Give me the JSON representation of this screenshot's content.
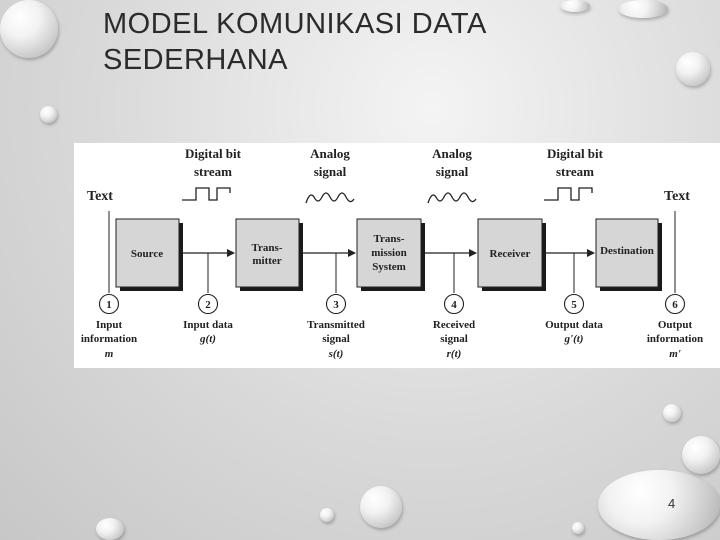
{
  "slide": {
    "title_line1": "MODEL KOMUNIKASI DATA",
    "title_line2": "SEDERHANA",
    "page_number": "4"
  },
  "diagram": {
    "signals": [
      {
        "line1": "Digital bit",
        "line2": "stream",
        "waveform": "square-wave-icon"
      },
      {
        "line1": "Analog",
        "line2": "signal",
        "waveform": "sine-wave-icon"
      },
      {
        "line1": "Analog",
        "line2": "signal",
        "waveform": "sine-wave-icon"
      },
      {
        "line1": "Digital bit",
        "line2": "stream",
        "waveform": "square-wave-icon"
      }
    ],
    "text_left": "Text",
    "text_right": "Text",
    "blocks": [
      {
        "lines": [
          "Source"
        ]
      },
      {
        "lines": [
          "Trans-",
          "mitter"
        ]
      },
      {
        "lines": [
          "Trans-",
          "mission",
          "System"
        ]
      },
      {
        "lines": [
          "Receiver"
        ]
      },
      {
        "lines": [
          "Destination"
        ]
      }
    ],
    "points": [
      {
        "num": "1",
        "line1": "Input",
        "line2": "information",
        "sym": "m"
      },
      {
        "num": "2",
        "line1": "Input data",
        "line2": "g(t)",
        "sym": ""
      },
      {
        "num": "3",
        "line1": "Transmitted",
        "line2": "signal",
        "sym": "s(t)"
      },
      {
        "num": "4",
        "line1": "Received",
        "line2": "signal",
        "sym": "r(t)"
      },
      {
        "num": "5",
        "line1": "Output data",
        "line2": "g'(t)",
        "sym": ""
      },
      {
        "num": "6",
        "line1": "Output",
        "line2": "information",
        "sym": "m'"
      }
    ]
  }
}
